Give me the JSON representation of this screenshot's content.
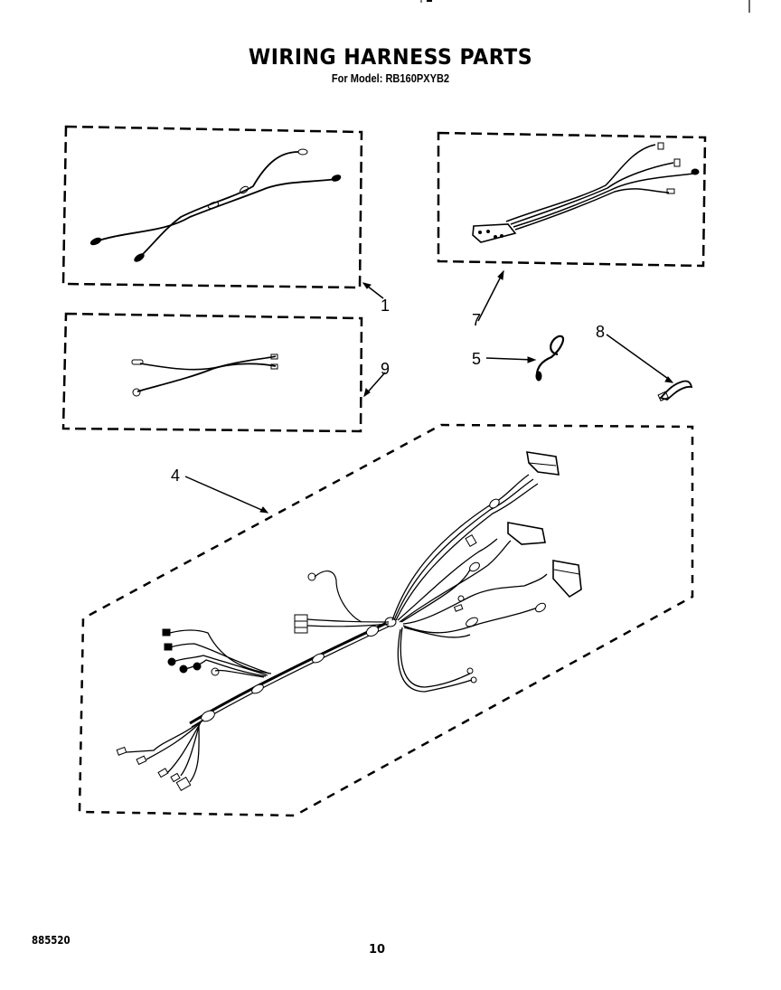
{
  "header": {
    "title": "WIRING HARNESS PARTS",
    "subtitle": "For Model: RB160PXYB2"
  },
  "parts": [
    {
      "callout": "1",
      "description": "Wiring harness with two ring/spade-terminal leads in dashed box"
    },
    {
      "callout": "4",
      "description": "Main wiring harness with multiple connectors and terminals"
    },
    {
      "callout": "5",
      "description": "Ground wire with ring terminal"
    },
    {
      "callout": "7",
      "description": "Harness with multi-pin connector block and four leads"
    },
    {
      "callout": "8",
      "description": "Wire clip / clamp"
    },
    {
      "callout": "9",
      "description": "Two-wire jumper harness in dashed box"
    }
  ],
  "footer": {
    "document_number": "885520",
    "page_number": "10"
  }
}
